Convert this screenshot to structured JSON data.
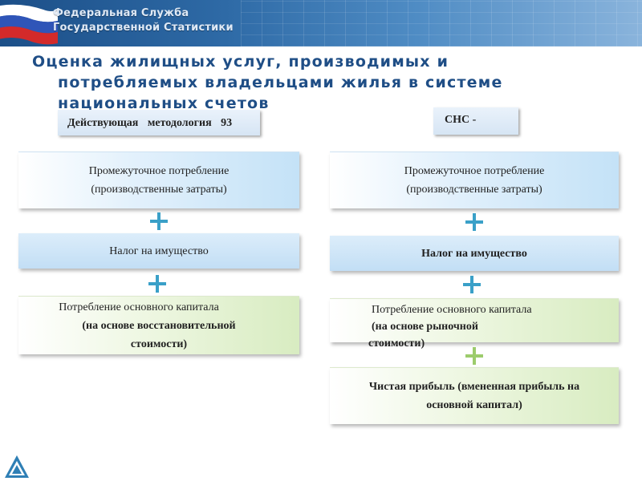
{
  "header": {
    "agency_line1": "Федеральная Служба",
    "agency_line2": "Государственной Статистики"
  },
  "title": {
    "line1": "Оценка жилищных услуг, производимых и",
    "line2": "потребляемых  владельцами жилья в системе",
    "line3": "национальных счетов"
  },
  "left": {
    "header": "Действующая методология 93",
    "box1_line1": "Промежуточное потребление",
    "box1_line2": "(производственные затраты)",
    "box2": "Налог на имущество",
    "box3_line1": "Потребление основного капитала",
    "box3_line2": "(на основе восстановительной",
    "box3_line3": "стоимости)"
  },
  "right": {
    "header": "СНС -",
    "box1_line1": "Промежуточное потребление",
    "box1_line2": "(производственные затраты)",
    "box2": "Налог на имущество",
    "box3_line1": "Потребление основного капитала",
    "box3_line2": "(на основе рыночной",
    "box3_line3": "стоимости)",
    "box4_line1": "Чистая прибыль (вмененная прибыль на",
    "box4_line2": "основной капитал)"
  },
  "colors": {
    "title": "#1f4e86",
    "plus_blue": "#3aa0c8",
    "plus_green": "#9ccc6c"
  },
  "icons": {
    "banner_flag": "russian-flag-icon",
    "plus": "plus-icon",
    "logo": "rosstat-logo-icon"
  }
}
